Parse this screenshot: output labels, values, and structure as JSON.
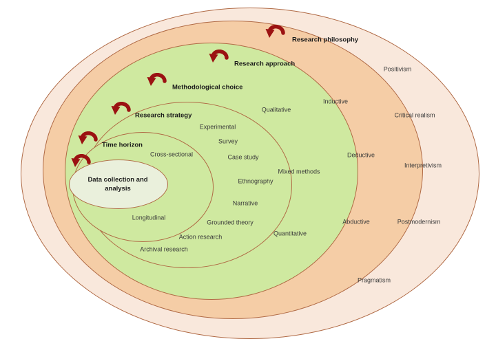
{
  "diagram": {
    "name": "Research onion",
    "type": "concentric-ellipse-diagram"
  },
  "colors": {
    "outer_ring": "#f9e8dc",
    "approach_ring": "#f5cda6",
    "green_ring": "#cfe9a0",
    "core_fill": "#eaf0dc",
    "line": "#b06a45",
    "arrow": "#9b1212",
    "text": "#3a3a3a",
    "bold_text": "#1a1a1a"
  },
  "icons": {
    "arrow": "curved-arrow-icon"
  },
  "layers": {
    "philosophy": {
      "label": "Research philosophy",
      "items": [
        "Positivism",
        "Critical realism",
        "Interpretivism",
        "Postmodernism",
        "Pragmatism"
      ]
    },
    "approach": {
      "label": "Research approach",
      "items": [
        "Inductive",
        "Deductive",
        "Abductive"
      ]
    },
    "choice": {
      "label": "Methodological choice",
      "items": [
        "Qualitative",
        "Mixed methods",
        "Quantitative"
      ]
    },
    "strategy": {
      "label": "Research strategy",
      "items": [
        "Experimental",
        "Survey",
        "Case study",
        "Ethnography",
        "Narrative",
        "Grounded theory",
        "Action research",
        "Archival research"
      ]
    },
    "time": {
      "label": "Time horizon",
      "items": [
        "Cross-sectional",
        "Longitudinal"
      ]
    },
    "core": {
      "label_line1": "Data collection and",
      "label_line2": "analysis"
    }
  }
}
